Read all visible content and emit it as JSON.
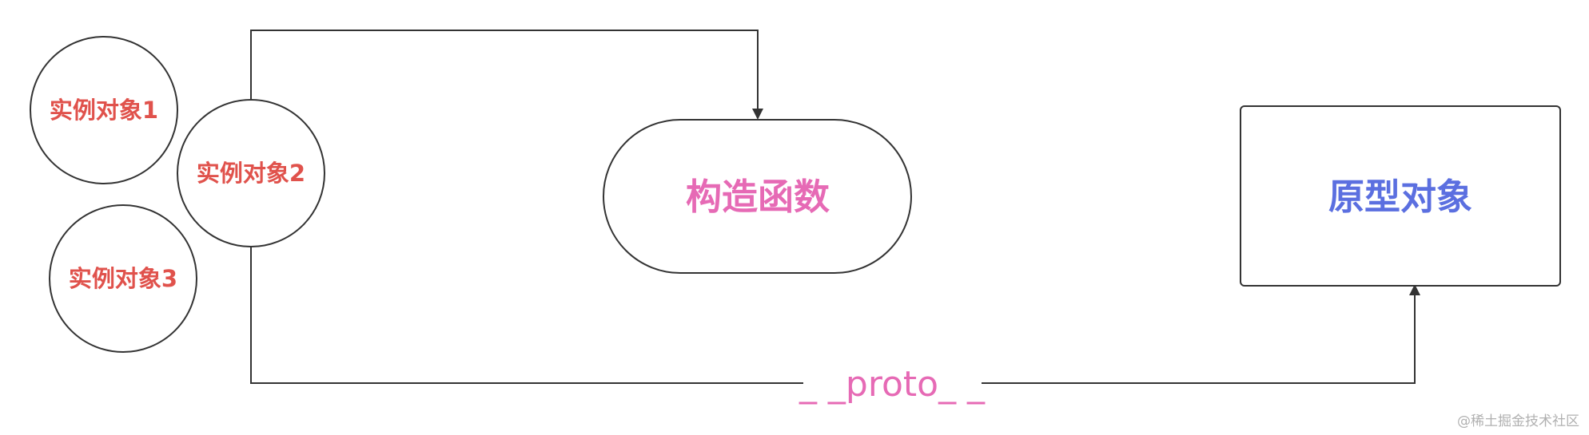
{
  "nodes": {
    "instance1": {
      "label": "实例对象1",
      "color": "#e0524c"
    },
    "instance2": {
      "label": "实例对象2",
      "color": "#e0524c"
    },
    "instance3": {
      "label": "实例对象3",
      "color": "#e0524c"
    },
    "constructor": {
      "label": "构造函数",
      "color": "#e66ab5"
    },
    "prototype": {
      "label": "原型对象",
      "color": "#5b6fe0"
    }
  },
  "edges": {
    "proto_label": "_ _proto_ _",
    "proto_color": "#e66ab5",
    "line_color": "#333333"
  },
  "watermark": "@稀土掘金技术社区"
}
